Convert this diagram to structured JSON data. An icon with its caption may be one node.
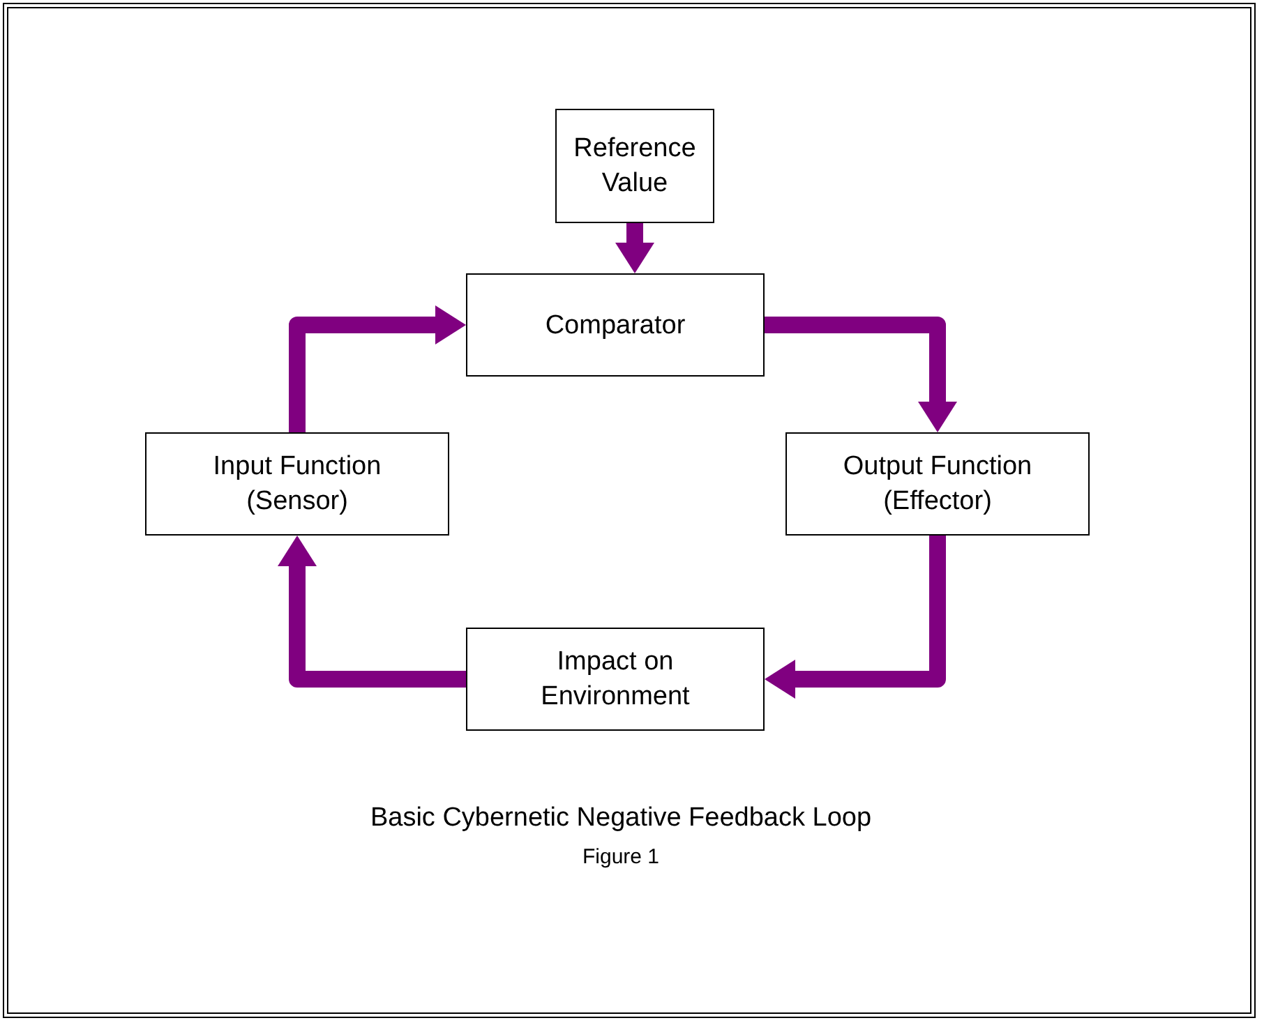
{
  "diagram": {
    "caption": "Basic Cybernetic Negative Feedback Loop",
    "nodes": [
      {
        "text": [
          "Reference Value"
        ]
      },
      {
        "text": [
          "Comparator"
        ]
      },
      {
        "text": [
          "Output Function (Effector)"
        ]
      },
      {
        "text": [
          "Impact on Environment"
        ]
      },
      {
        "text": [
          "Input Function (Sensor)"
        ]
      }
    ],
    "edges": [
      {
        "from": 0,
        "to": 1,
        "arrow": "to"
      },
      {
        "from": 1,
        "to": 2,
        "arrow": "to"
      },
      {
        "from": 2,
        "to": 3,
        "arrow": "to"
      },
      {
        "from": 3,
        "to": 4,
        "arrow": "to"
      },
      {
        "from": 4,
        "to": 1,
        "arrow": "to"
      }
    ],
    "labels": [
      "Figure 1"
    ]
  }
}
